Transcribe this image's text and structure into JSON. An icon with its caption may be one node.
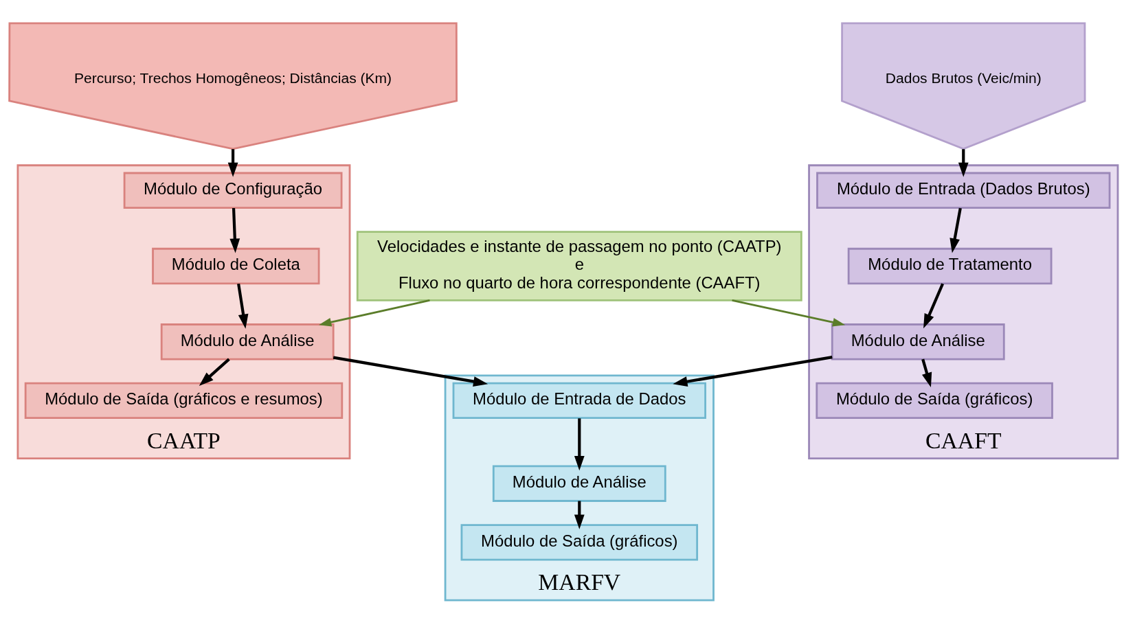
{
  "diagram": {
    "nodes": [
      {
        "text": [
          "CAAFT"
        ]
      },
      {
        "text": [
          "Módulo de Entrada (Dados Brutos)"
        ],
        "in": 0
      },
      {
        "text": [
          "Módulo de Tratamento"
        ],
        "in": 0
      },
      {
        "text": [
          "Módulo de Análise"
        ],
        "in": 0
      },
      {
        "text": [
          "Módulo de Saída (gráficos)"
        ],
        "in": 0
      },
      {
        "text": [
          "Dados Brutos (Veic/min)"
        ]
      },
      {
        "text": [
          "Velocidades e instante de passagem no ponto (CAATP)",
          "e",
          "Fluxo no quarto de hora correspondente (CAAFT)"
        ]
      },
      {
        "text": [
          "MARFV"
        ]
      },
      {
        "text": [
          "Módulo de Entrada de Dados"
        ],
        "in": 7
      },
      {
        "text": [
          "Módulo de Análise"
        ],
        "in": 7
      },
      {
        "text": [
          "Módulo de Saída (gráficos)"
        ],
        "in": 7
      },
      {
        "text": [
          "CAATP"
        ]
      },
      {
        "text": [
          "Módulo de Configuração"
        ],
        "in": 11
      },
      {
        "text": [
          "Módulo de Coleta"
        ],
        "in": 11
      },
      {
        "text": [
          "Módulo de Análise"
        ],
        "in": 11
      },
      {
        "text": [
          "Módulo de Saída (gráficos e resumos)"
        ],
        "in": 11
      },
      {
        "text": [
          "Percurso; Trechos Homogêneos; Distâncias (Km)"
        ]
      }
    ],
    "edges": [
      {
        "from": 5,
        "to": 1,
        "arrow": "to"
      },
      {
        "from": 1,
        "to": 2,
        "arrow": "to"
      },
      {
        "from": 2,
        "to": 3,
        "arrow": "to"
      },
      {
        "from": 3,
        "to": 4,
        "arrow": "to"
      },
      {
        "from": 6,
        "to": 3,
        "arrow": "to",
        "color": "#5b7d2a"
      },
      {
        "from": 6,
        "to": 14,
        "arrow": "to",
        "color": "#5b7d2a"
      },
      {
        "from": 3,
        "to": 8,
        "arrow": "to"
      },
      {
        "from": 14,
        "to": 8,
        "arrow": "to"
      },
      {
        "from": 8,
        "to": 9,
        "arrow": "to"
      },
      {
        "from": 9,
        "to": 10,
        "arrow": "to"
      },
      {
        "from": 16,
        "to": 12,
        "arrow": "to"
      },
      {
        "from": 12,
        "to": 13,
        "arrow": "to"
      },
      {
        "from": 13,
        "to": 14,
        "arrow": "to"
      },
      {
        "from": 14,
        "to": 15,
        "arrow": "to"
      }
    ]
  }
}
